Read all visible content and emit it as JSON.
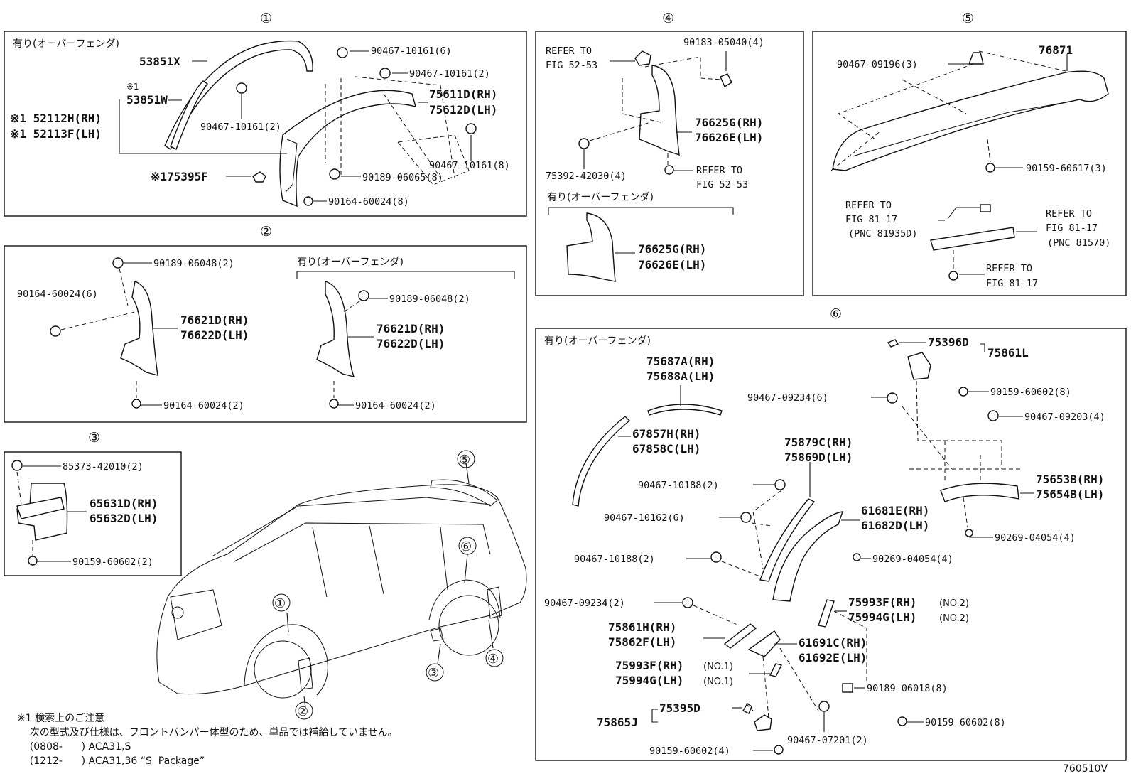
{
  "sections": {
    "s1": {
      "num": "①",
      "title": "有り(オーバーフェンダ)",
      "labels": [
        "53851X",
        "※1",
        "53851W",
        "※1 52112H(RH)",
        "※1 52113F(LH)",
        "※175395F",
        "90467-10161(6)",
        "90467-10161(2)",
        "90467-10161(2)",
        "75611D(RH)",
        "75612D(LH)",
        "90467-10161(8)",
        "90189-06065(8)",
        "90164-60024(8)"
      ]
    },
    "s2": {
      "num": "②",
      "title": "有り(オーバーフェンダ)",
      "labels": [
        "90189-06048(2)",
        "90164-60024(6)",
        "76621D(RH)",
        "76622D(LH)",
        "90164-60024(2)",
        "90189-06048(2)",
        "76621D(RH)",
        "76622D(LH)",
        "90164-60024(2)"
      ]
    },
    "s3": {
      "num": "③",
      "labels": [
        "85373-42010(2)",
        "65631D(RH)",
        "65632D(LH)",
        "90159-60602(2)"
      ]
    },
    "s4": {
      "num": "④",
      "title": "有り(オーバーフェンダ)",
      "labels": [
        "REFER TO",
        "FIG 52-53",
        "90183-05040(4)",
        "76625G(RH)",
        "76626E(LH)",
        "75392-42030(4)",
        "REFER TO",
        "FIG 52-53",
        "76625G(RH)",
        "76626E(LH)"
      ]
    },
    "s5": {
      "num": "⑤",
      "labels": [
        "90467-09196(3)",
        "76871",
        "90159-60617(3)",
        "REFER TO",
        "FIG 81-17",
        "(PNC 81935D)",
        "REFER TO",
        "FIG 81-17",
        "(PNC 81570)",
        "REFER TO",
        "FIG 81-17"
      ]
    },
    "s6": {
      "num": "⑥",
      "title": "有り(オーバーフェンダ)",
      "labels": [
        "75396D",
        "75861L",
        "75687A(RH)",
        "75688A(LH)",
        "90159-60602(8)",
        "90467-09234(6)",
        "90467-09203(4)",
        "67857H(RH)",
        "67858C(LH)",
        "75879C(RH)",
        "75869D(LH)",
        "90467-10188(2)",
        "75653B(RH)",
        "75654B(LH)",
        "90467-10162(6)",
        "61681E(RH)",
        "61682D(LH)",
        "90269-04054(4)",
        "90467-10188(2)",
        "90269-04054(4)",
        "90467-09234(2)",
        "75993F(RH)",
        "(NO.2)",
        "75994G(LH)",
        "(NO.2)",
        "75861H(RH)",
        "75862F(LH)",
        "61691C(RH)",
        "61692E(LH)",
        "75993F(RH)",
        "(NO.1)",
        "75994G(LH)",
        "(NO.1)",
        "90189-06018(8)",
        "75865J",
        "75395D",
        "90159-60602(8)",
        "90467-07201(2)",
        "90159-60602(4)"
      ]
    }
  },
  "car_callouts": [
    "①",
    "②",
    "③",
    "④",
    "⑤",
    "⑥"
  ],
  "notes": [
    "※1 検索上のご注意",
    "    次の型式及び仕様は、フロントバンパー体型のため、単品では補給していません。",
    "    (0808-      ) ACA31,S",
    "    (1212-      ) ACA31,36 “S  Package”"
  ],
  "figure_no": "760510V"
}
